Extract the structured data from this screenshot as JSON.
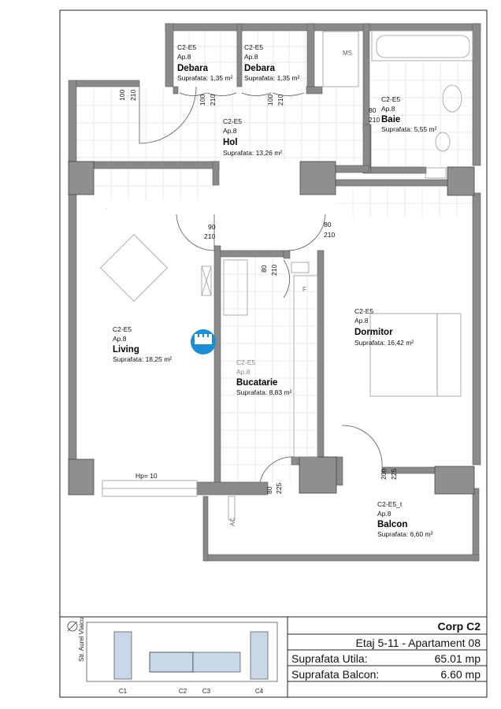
{
  "rooms": {
    "debara1": {
      "code": "C2-E5",
      "ap": "Ap.8",
      "name": "Debara",
      "area": "Suprafata: 1,35 m²"
    },
    "debara2": {
      "code": "C2-E5",
      "ap": "Ap.8",
      "name": "Debara",
      "area": "Suprafata: 1,35 m²"
    },
    "baie": {
      "code": "C2-E5",
      "ap": "Ap.8",
      "name": "Baie",
      "area": "Suprafata: 5,55 m²"
    },
    "hol": {
      "code": "C2-E5",
      "ap": "Ap.8",
      "name": "Hol",
      "area": "Suprafata: 13,26 m²"
    },
    "living": {
      "code": "C2-E5",
      "ap": "Ap.8",
      "name": "Living",
      "area": "Suprafata: 18,25 m²"
    },
    "bucatarie": {
      "code": "C2-E5",
      "ap": "Ap.8",
      "name": "Bucatarie",
      "area": "Suprafata: 8,83 m²"
    },
    "dormitor": {
      "code": "C2-E5",
      "ap": "Ap.8",
      "name": "Dormitor",
      "area": "Suprafata: 16,42 m²"
    },
    "balcon": {
      "code": "C2-E5_t",
      "ap": "Ap.8",
      "name": "Balcon",
      "area": "Suprafata: 6,60 m²"
    }
  },
  "dims": {
    "entry_w": "100",
    "entry_h": "210",
    "deb1_w": "100",
    "deb1_h": "210",
    "deb2_w": "100",
    "deb2_h": "210",
    "baie_w": "80",
    "baie_h": "210",
    "living_w": "90",
    "living_h": "210",
    "dorm_w": "80",
    "dorm_h": "210",
    "kitchen_w": "80",
    "kitchen_h": "210",
    "balc1_w": "80",
    "balc1_h": "225",
    "balc2_w": "200",
    "balc2_h": "225",
    "window_hp": "Hp= 10"
  },
  "labels": {
    "ms": "MS",
    "fridge": "F",
    "ac": "AC"
  },
  "title_block": {
    "building": "Corp C2",
    "floor_apartment": "Etaj 5-11 - Apartament 08",
    "useful_label": "Suprafata Utila:",
    "useful_value": "65.01 mp",
    "balcony_label": "Suprafata Balcon:",
    "balcony_value": "6.60 mp"
  },
  "key_plan": {
    "street": "Str. Aurel Vlaicu",
    "buildings": [
      "C1",
      "C2",
      "C3",
      "C4"
    ],
    "highlight": "C2"
  },
  "colors": {
    "wall": "#8a8a8a",
    "marker": "#1b8fd6",
    "highlight": "#c8d8e8"
  }
}
